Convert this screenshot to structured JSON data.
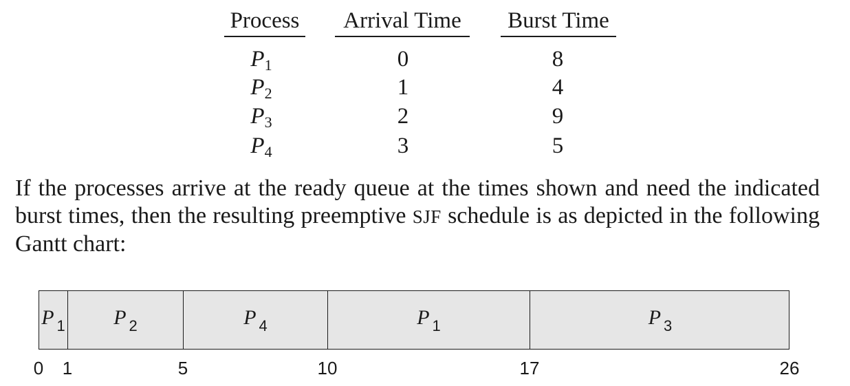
{
  "table": {
    "headers": [
      "Process",
      "Arrival Time",
      "Burst Time"
    ],
    "rows": [
      {
        "process": "P",
        "index": "1",
        "arrival": "0",
        "burst": "8"
      },
      {
        "process": "P",
        "index": "2",
        "arrival": "1",
        "burst": "4"
      },
      {
        "process": "P",
        "index": "3",
        "arrival": "2",
        "burst": "9"
      },
      {
        "process": "P",
        "index": "4",
        "arrival": "3",
        "burst": "5"
      }
    ]
  },
  "paragraph": {
    "before_abbr": "If the processes arrive at the ready queue at the times shown and need the indicated burst times, then the resulting preemptive ",
    "abbr": "SJF",
    "after_abbr": " schedule is as depicted in the following Gantt chart:"
  },
  "gantt": {
    "segments": [
      {
        "process": "P",
        "index": "1",
        "start": 0,
        "end": 1
      },
      {
        "process": "P",
        "index": "2",
        "start": 1,
        "end": 5
      },
      {
        "process": "P",
        "index": "4",
        "start": 5,
        "end": 10
      },
      {
        "process": "P",
        "index": "1",
        "start": 10,
        "end": 17
      },
      {
        "process": "P",
        "index": "3",
        "start": 17,
        "end": 26
      }
    ],
    "ticks": [
      "0",
      "1",
      "5",
      "10",
      "17",
      "26"
    ],
    "fill_color": "#e6e6e6"
  }
}
